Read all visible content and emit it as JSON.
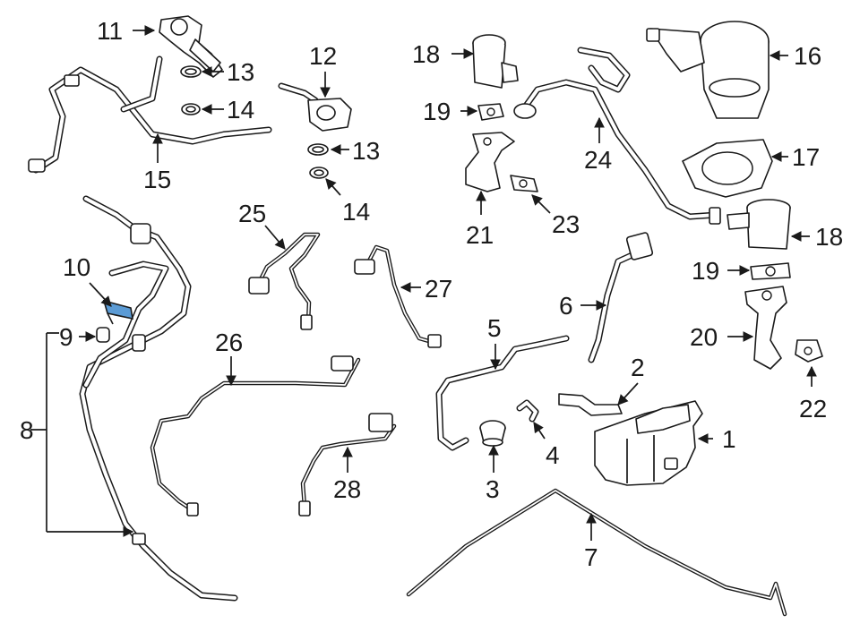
{
  "diagram": {
    "highlight_color": "#5b9bd5",
    "line_color": "#1a1a1a",
    "callouts": {
      "c1": "1",
      "c2": "2",
      "c3": "3",
      "c4": "4",
      "c5": "5",
      "c6": "6",
      "c7": "7",
      "c8": "8",
      "c9": "9",
      "c10": "10",
      "c11": "11",
      "c12": "12",
      "c13a": "13",
      "c13b": "13",
      "c14a": "14",
      "c14b": "14",
      "c15": "15",
      "c16": "16",
      "c17": "17",
      "c18a": "18",
      "c18b": "18",
      "c19a": "19",
      "c19b": "19",
      "c20": "20",
      "c21": "21",
      "c22": "22",
      "c23": "23",
      "c24": "24",
      "c25": "25",
      "c26": "26",
      "c27": "27",
      "c28": "28"
    }
  }
}
